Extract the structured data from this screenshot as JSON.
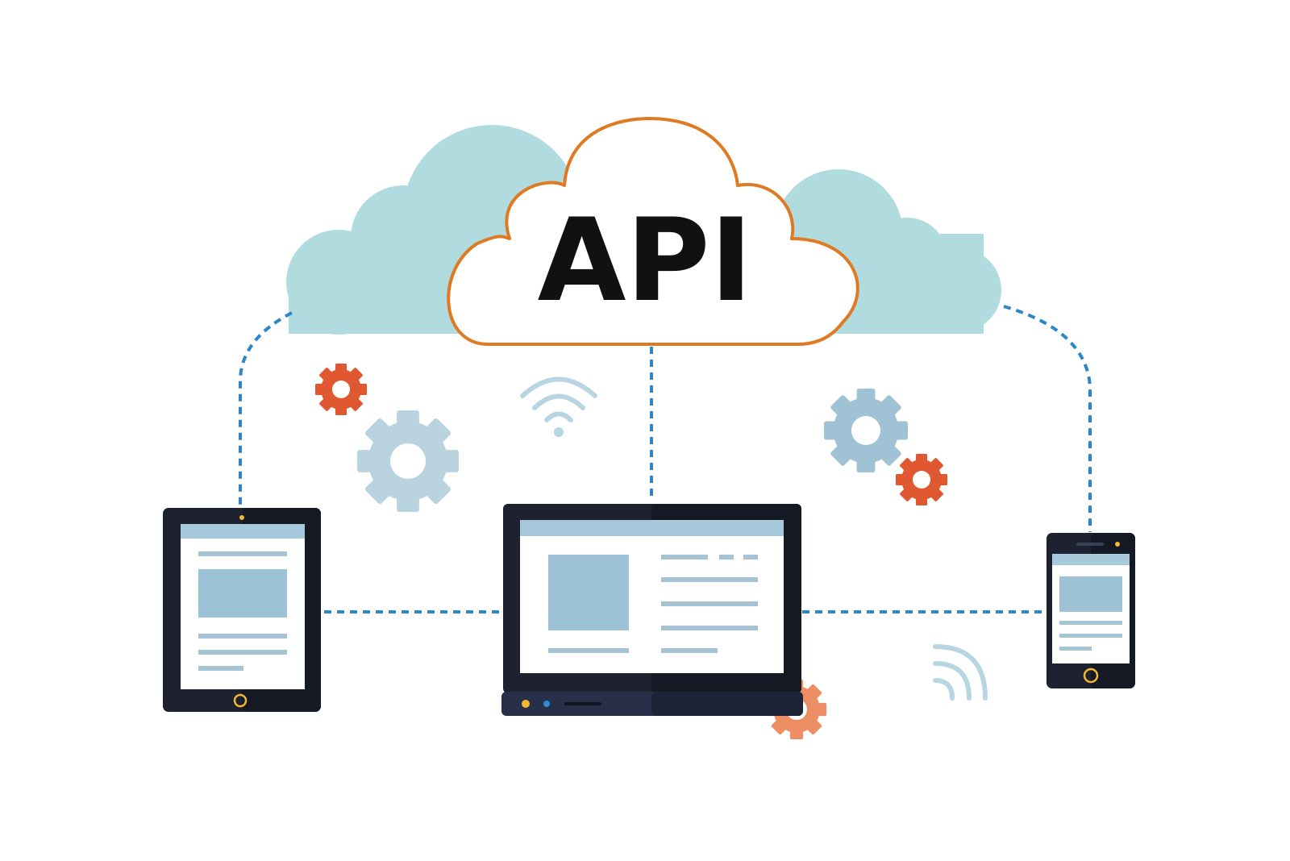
{
  "cloud": {
    "label": "API"
  },
  "devices": [
    {
      "kind": "tablet"
    },
    {
      "kind": "laptop"
    },
    {
      "kind": "phone"
    }
  ],
  "colors": {
    "background": "#ffffff",
    "cloud_back": "#b1dcdf",
    "cloud_front_fill": "#ffffff",
    "cloud_front_stroke": "#e07a22",
    "connector": "#2c86c8",
    "device_body": "#1e2230",
    "device_body_shade": "#151924",
    "screen": "#ffffff",
    "screen_bar": "#a6cadb",
    "content_block": "#9dc2d6",
    "content_line": "#a5c3d3",
    "gear_blue": "#9fc3d5",
    "gear_orange": "#e0582f",
    "signal": "#b8d6e2",
    "indicator_yellow": "#f4b731",
    "indicator_blue": "#2c8fd6",
    "api_text": "#111111"
  }
}
